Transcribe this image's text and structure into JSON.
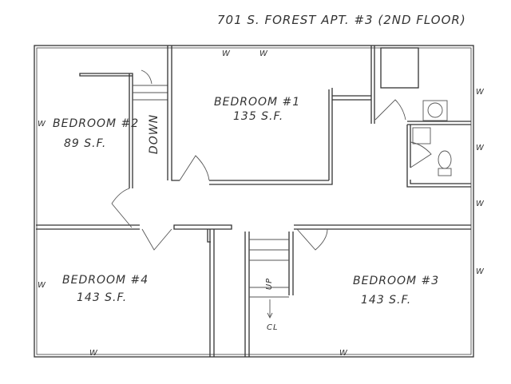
{
  "title": "701 S. FOREST  APT. #3 (2ND FLOOR)",
  "rooms": [
    {
      "name": "BEDROOM #1",
      "area": "135 S.F."
    },
    {
      "name": "BEDROOM #2",
      "area": "89 S.F."
    },
    {
      "name": "BEDROOM #3",
      "area": "143 S.F."
    },
    {
      "name": "BEDROOM #4",
      "area": "143 S.F."
    }
  ],
  "stairs": {
    "down": "DOWN",
    "up": "UP",
    "closet": "CL"
  },
  "window_mark": "W"
}
